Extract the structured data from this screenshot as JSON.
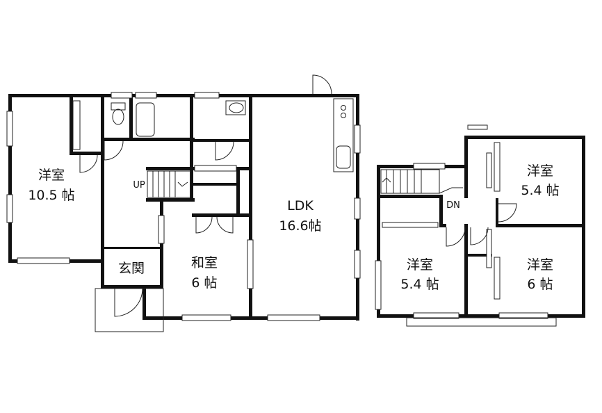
{
  "floor1": {
    "rooms": [
      {
        "id": "western-10",
        "name": "洋室",
        "size": "10.5 帖"
      },
      {
        "id": "entrance",
        "name": "玄関",
        "size": ""
      },
      {
        "id": "japanese",
        "name": "和室",
        "size": "6 帖"
      },
      {
        "id": "ldk",
        "name": "LDK",
        "size": "16.6帖"
      }
    ],
    "stair_label": "UP"
  },
  "floor2": {
    "rooms": [
      {
        "id": "western-54a",
        "name": "洋室",
        "size": "5.4 帖"
      },
      {
        "id": "western-54b",
        "name": "洋室",
        "size": "5.4 帖"
      },
      {
        "id": "western-6",
        "name": "洋室",
        "size": "6 帖"
      }
    ],
    "stair_label": "DN"
  }
}
